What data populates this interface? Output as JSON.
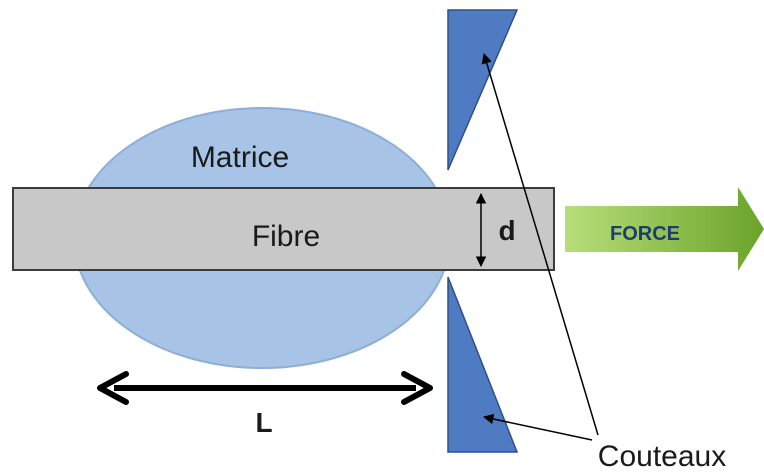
{
  "labels": {
    "matrix": "Matrice",
    "fiber": "Fibre",
    "diameter": "d",
    "force": "FORCE",
    "length": "L",
    "knives": "Couteaux"
  },
  "colors": {
    "matrix_fill": "#a7c4e6",
    "matrix_stroke": "#8eaed6",
    "fiber_fill": "#c8c8c8",
    "fiber_stroke": "#3c3c3c",
    "knife_fill": "#4f7bc3",
    "knife_stroke": "#2f4f88",
    "force_fill_light": "#b8de7a",
    "force_fill_dark": "#6aa32a",
    "force_text": "#1c3d6e",
    "line": "#000000"
  }
}
